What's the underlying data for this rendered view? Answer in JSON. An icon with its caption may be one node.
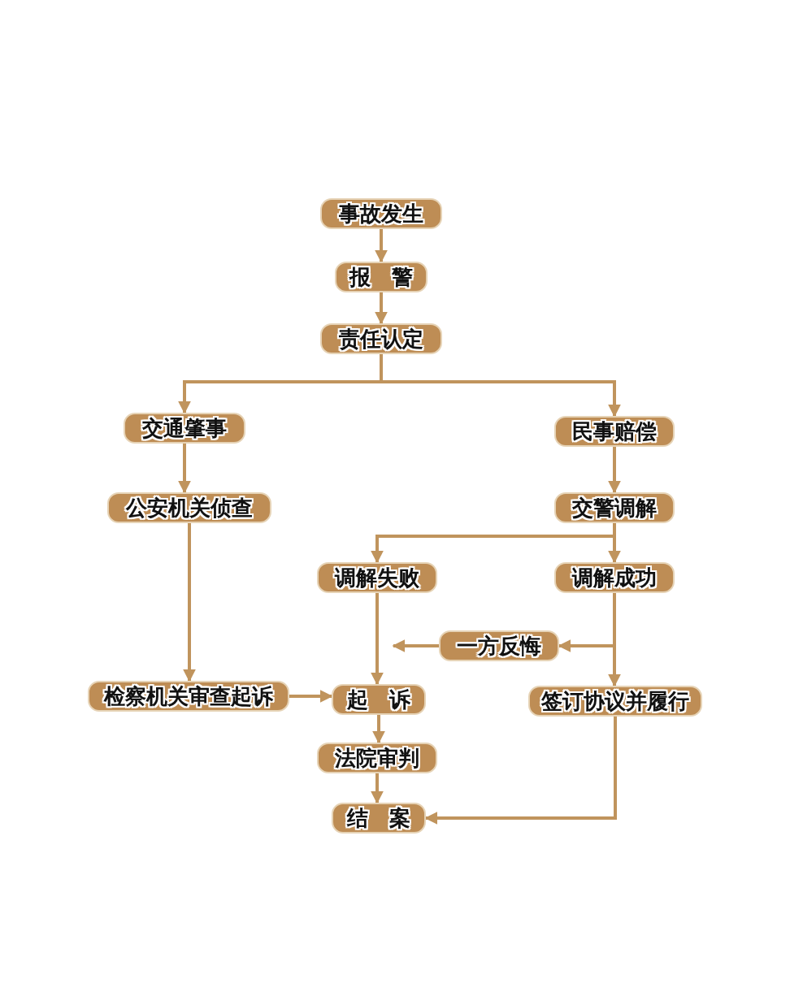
{
  "diagram": {
    "nodes": [
      {
        "text": [
          "事故发生"
        ]
      },
      {
        "text": [
          "报警"
        ]
      },
      {
        "text": [
          "责任认定"
        ]
      },
      {
        "text": [
          "交通肇事"
        ]
      },
      {
        "text": [
          "民事赔偿"
        ]
      },
      {
        "text": [
          "公安机关侦查"
        ]
      },
      {
        "text": [
          "交警调解"
        ]
      },
      {
        "text": [
          "调解失败"
        ]
      },
      {
        "text": [
          "调解成功"
        ]
      },
      {
        "text": [
          "一方反悔"
        ]
      },
      {
        "text": [
          "检察机关审查起诉"
        ]
      },
      {
        "text": [
          "起诉"
        ]
      },
      {
        "text": [
          "签订协议并履行"
        ]
      },
      {
        "text": [
          "法院审判"
        ]
      },
      {
        "text": [
          "结案"
        ]
      }
    ],
    "edges": [
      {
        "from": 0,
        "to": 1,
        "arrow": "to"
      },
      {
        "from": 1,
        "to": 2,
        "arrow": "to"
      },
      {
        "from": 2,
        "to": 3,
        "arrow": "to"
      },
      {
        "from": 2,
        "to": 4,
        "arrow": "to"
      },
      {
        "from": 3,
        "to": 5,
        "arrow": "to"
      },
      {
        "from": 4,
        "to": 6,
        "arrow": "to"
      },
      {
        "from": 5,
        "to": 10,
        "arrow": "to"
      },
      {
        "from": 6,
        "to": 7,
        "arrow": "to"
      },
      {
        "from": 6,
        "to": 8,
        "arrow": "to"
      },
      {
        "from": 7,
        "to": 11,
        "arrow": "to"
      },
      {
        "from": 8,
        "to": 9,
        "arrow": "to"
      },
      {
        "from": 8,
        "to": 12,
        "arrow": "to"
      },
      {
        "from": 9,
        "to": 11,
        "arrow": "to"
      },
      {
        "from": 10,
        "to": 11,
        "arrow": "to"
      },
      {
        "from": 11,
        "to": 13,
        "arrow": "to"
      },
      {
        "from": 13,
        "to": 14,
        "arrow": "to"
      },
      {
        "from": 12,
        "to": 14,
        "arrow": "to"
      }
    ]
  }
}
